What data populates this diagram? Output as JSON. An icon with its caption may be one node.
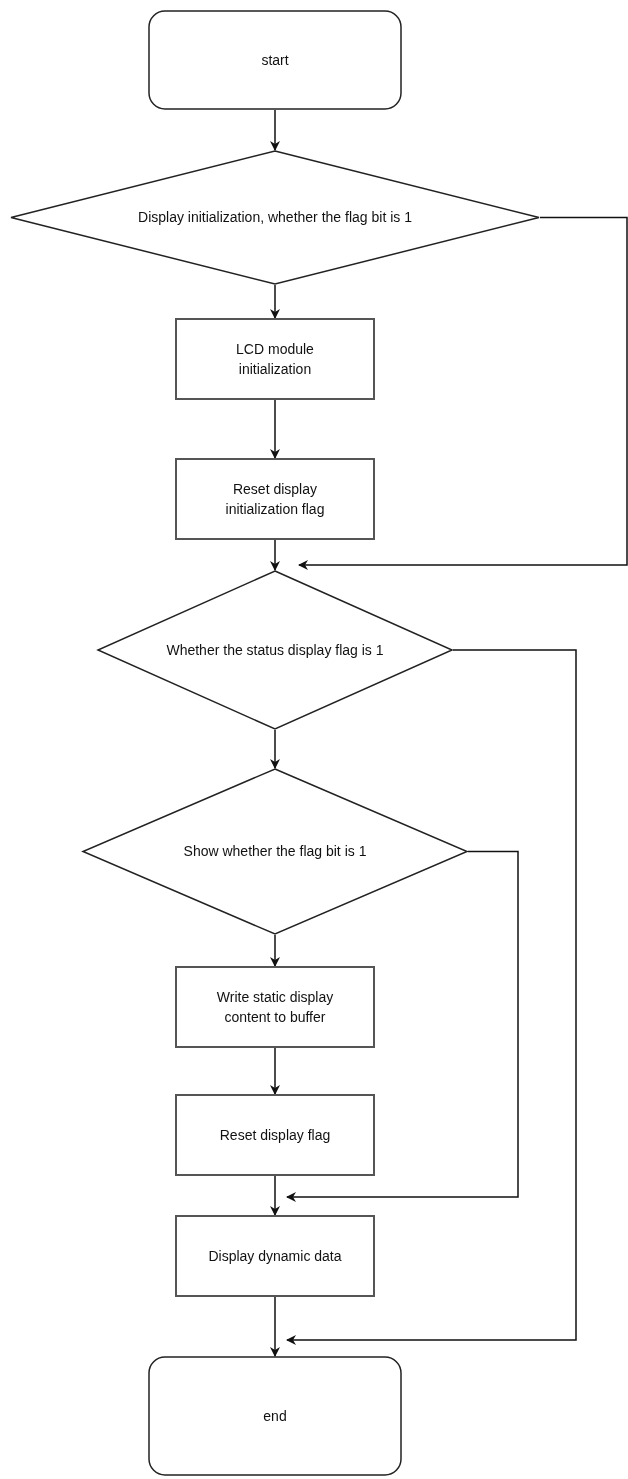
{
  "diagram": {
    "nodes": [
      {
        "text": [
          "start"
        ]
      },
      {
        "text": [
          "Display initialization, whether the flag bit is 1"
        ]
      },
      {
        "text": [
          "LCD module initialization"
        ]
      },
      {
        "text": [
          "Reset display initialization flag"
        ]
      },
      {
        "text": [
          "Whether the status display flag is 1"
        ]
      },
      {
        "text": [
          "Show whether the flag bit is 1"
        ]
      },
      {
        "text": [
          "Write static display content to buffer"
        ]
      },
      {
        "text": [
          "Reset display flag"
        ]
      },
      {
        "text": [
          "Display dynamic data"
        ]
      },
      {
        "text": [
          "end"
        ]
      }
    ],
    "edges": [
      {
        "from": 0,
        "to": 1,
        "arrow": "to"
      },
      {
        "from": 1,
        "to": 2,
        "arrow": "to"
      },
      {
        "from": 2,
        "to": 3,
        "arrow": "to"
      },
      {
        "from": 3,
        "to": 4,
        "arrow": "to"
      },
      {
        "from": 1,
        "to": 4,
        "arrow": "to"
      },
      {
        "from": 4,
        "to": 5,
        "arrow": "to"
      },
      {
        "from": 5,
        "to": 6,
        "arrow": "to"
      },
      {
        "from": 6,
        "to": 7,
        "arrow": "to"
      },
      {
        "from": 7,
        "to": 8,
        "arrow": "to"
      },
      {
        "from": 5,
        "to": 8,
        "arrow": "to"
      },
      {
        "from": 8,
        "to": 9,
        "arrow": "to"
      },
      {
        "from": 4,
        "to": 9,
        "arrow": "to"
      }
    ]
  }
}
